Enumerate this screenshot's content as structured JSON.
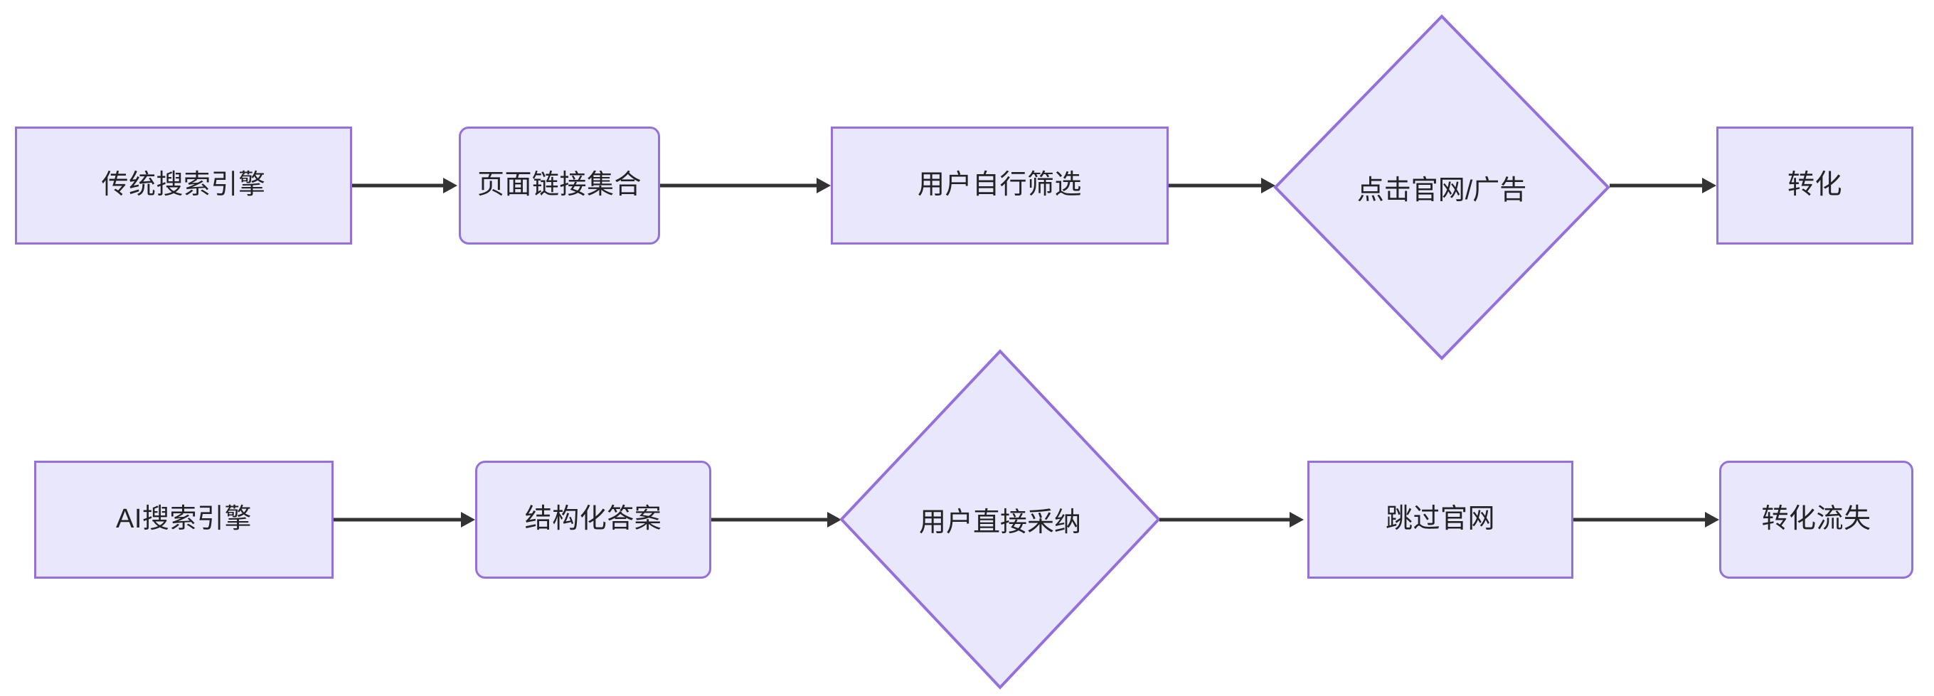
{
  "diagram": {
    "type": "flowchart",
    "orientation": "left-to-right",
    "theme": {
      "node_fill": "#e9e7fb",
      "node_border": "#9370db",
      "edge_color": "#333333",
      "text_color": "#232323",
      "background": "#ffffff"
    },
    "rows": [
      {
        "id": "traditional-search-flow",
        "nodes": [
          {
            "id": "n1",
            "label": "传统搜索引擎",
            "shape": "rect"
          },
          {
            "id": "n2",
            "label": "页面链接集合",
            "shape": "rounded-rect"
          },
          {
            "id": "n3",
            "label": "用户自行筛选",
            "shape": "rect"
          },
          {
            "id": "n4",
            "label": "点击官网/广告",
            "shape": "diamond"
          },
          {
            "id": "n5",
            "label": "转化",
            "shape": "rect"
          }
        ],
        "edges": [
          {
            "from": "n1",
            "to": "n2"
          },
          {
            "from": "n2",
            "to": "n3"
          },
          {
            "from": "n3",
            "to": "n4"
          },
          {
            "from": "n4",
            "to": "n5"
          }
        ]
      },
      {
        "id": "ai-search-flow",
        "nodes": [
          {
            "id": "m1",
            "label": "AI搜索引擎",
            "shape": "rect"
          },
          {
            "id": "m2",
            "label": "结构化答案",
            "shape": "rounded-rect"
          },
          {
            "id": "m3",
            "label": "用户直接采纳",
            "shape": "diamond"
          },
          {
            "id": "m4",
            "label": "跳过官网",
            "shape": "rect"
          },
          {
            "id": "m5",
            "label": "转化流失",
            "shape": "rounded-rect"
          }
        ],
        "edges": [
          {
            "from": "m1",
            "to": "m2"
          },
          {
            "from": "m2",
            "to": "m3"
          },
          {
            "from": "m3",
            "to": "m4"
          },
          {
            "from": "m4",
            "to": "m5"
          }
        ]
      }
    ]
  }
}
